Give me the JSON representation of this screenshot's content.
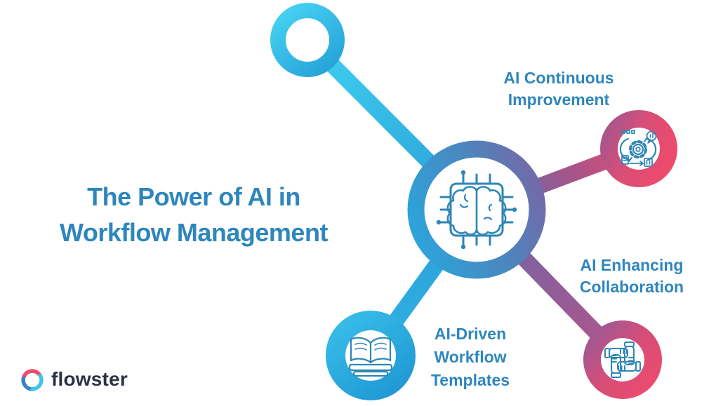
{
  "title": {
    "line1": "The Power of AI in",
    "line2": "Workflow Management"
  },
  "labels": {
    "continuous_improvement": {
      "line1": "AI Continuous",
      "line2": "Improvement"
    },
    "enhancing_collaboration": {
      "line1": "AI Enhancing",
      "line2": "Collaboration"
    },
    "workflow_templates": {
      "line1": "AI-Driven",
      "line2": "Workflow",
      "line3": "Templates"
    }
  },
  "hub": {
    "icon": "ai-brain-chip"
  },
  "nodes": [
    {
      "id": "top-left",
      "icon": "none",
      "label": ""
    },
    {
      "id": "top-right",
      "icon": "continuous-improvement-gear-cycle",
      "label": "AI Continuous Improvement"
    },
    {
      "id": "bottom-right",
      "icon": "team-collaboration-hands",
      "label": "AI Enhancing Collaboration"
    },
    {
      "id": "bottom-left",
      "icon": "open-book-templates",
      "label": "AI-Driven Workflow Templates"
    }
  ],
  "logo": {
    "text": "flowster"
  },
  "colors": {
    "title_text": "#2e86bc",
    "label_text": "#2e86bc",
    "icon_stroke": "#2e86b5",
    "cyan": "#3fd0f2",
    "blue": "#2aa3db",
    "purple": "#7767a6",
    "pink": "#ee4a6d",
    "logo_text": "#2a3245",
    "background": "#ffffff"
  }
}
